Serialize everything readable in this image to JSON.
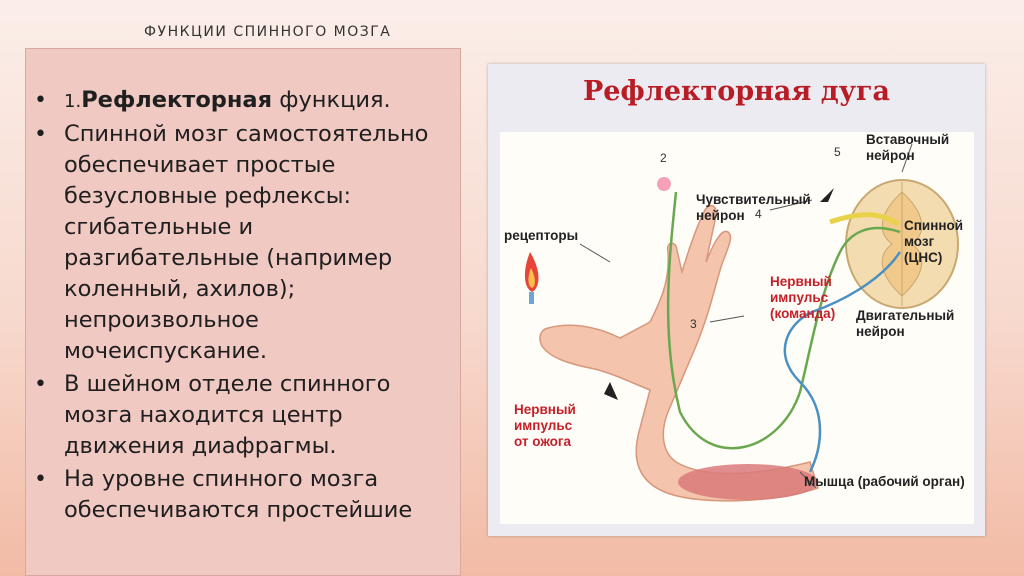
{
  "slide": {
    "title": "ФУНКЦИИ СПИННОГО МОЗГА"
  },
  "text_panel": {
    "bullets": [
      {
        "marker": "•",
        "num": "1.",
        "bold": "Рефлекторная",
        "text": " функция."
      },
      {
        "marker": "•",
        "num": "",
        "bold": "",
        "text": " Спинной мозг самостоятельно обеспечивает простые безусловные рефлексы: сгибательные и разгибательные (например коленный, ахилов); непроизвольное мочеиспускание."
      },
      {
        "marker": "•",
        "num": "",
        "bold": "",
        "text": " В шейном отделе спинного мозга находится центр движения диафрагмы."
      },
      {
        "marker": "•",
        "num": "",
        "bold": "",
        "text": "На уровне спинного мозга обеспечиваются простейшие"
      }
    ]
  },
  "figure": {
    "title": "Рефлекторная дуга",
    "labels": {
      "receptors": "рецепторы",
      "sensory_neuron": "Чувствительный\nнейрон",
      "interneuron": "Вставочный\nнейрон",
      "spinal_cord": "Спинной\nмозг (ЦНС)",
      "motor_impulse": "Нервный\nимпульс\n(команда)",
      "motor_neuron": "Двигательный\nнейрон",
      "burn_impulse": "Нервный\nимпульс\nот ожога",
      "muscle": "Мышца (рабочий орган)"
    },
    "numbers": {
      "n2": "2",
      "n3": "3",
      "n4": "4",
      "n5": "5"
    },
    "colors": {
      "title": "#b81c24",
      "sensory_path": "#6aa84f",
      "motor_path": "#4a90c2",
      "interneuron_path": "#e8d24a",
      "skin": "#f4c4ad",
      "muscle": "#d97a7a",
      "spinal_cord": "#f3ddb0"
    }
  }
}
